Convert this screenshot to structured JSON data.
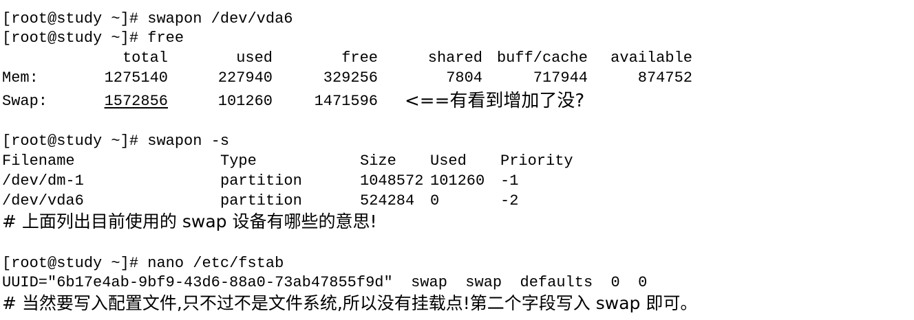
{
  "prompt": "[root@study ~]#",
  "cmd1": "swapon /dev/vda6",
  "cmd2": "free",
  "free_headers": [
    "total",
    "used",
    "free",
    "shared",
    "buff/cache",
    "available"
  ],
  "mem": {
    "label": "Mem:",
    "values": [
      "1275140",
      "227940",
      "329256",
      "7804",
      "717944",
      "874752"
    ]
  },
  "swap": {
    "label": "Swap:",
    "values": [
      "1572856",
      "101260",
      "1471596"
    ],
    "note": "<==有看到增加了没?"
  },
  "cmd3": "swapon -s",
  "swaps_headers": [
    "Filename",
    "Type",
    "Size",
    "Used",
    "Priority"
  ],
  "swaps_rows": [
    [
      "/dev/dm-1",
      "partition",
      "1048572",
      "101260",
      "-1"
    ],
    [
      "/dev/vda6",
      "partition",
      "524284",
      "0",
      "-2"
    ]
  ],
  "comment1": "# 上面列出目前使用的 swap 设备有哪些的意思!",
  "cmd4": "nano /etc/fstab",
  "fstab_line": "UUID=\"6b17e4ab-9bf9-43d6-88a0-73ab47855f9d\"  swap  swap  defaults  0  0",
  "comment2": "# 当然要写入配置文件,只不过不是文件系统,所以没有挂载点!第二个字段写入 swap 即可。"
}
